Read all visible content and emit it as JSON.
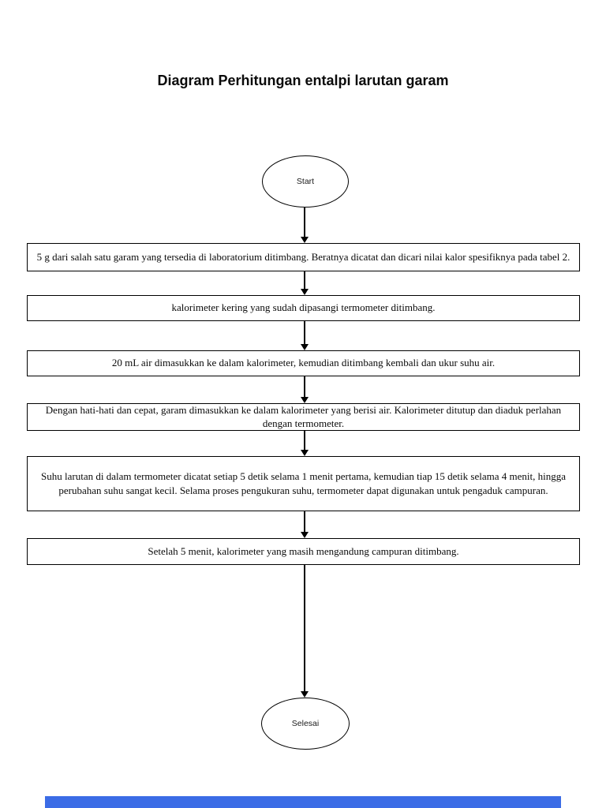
{
  "title": "Diagram Perhitungan entalpi larutan garam",
  "flowchart": {
    "start_label": "Start",
    "end_label": "Selesai",
    "steps": [
      "5 g dari salah satu garam yang tersedia di laboratorium ditimbang. Beratnya dicatat dan dicari nilai kalor spesifiknya pada tabel 2.",
      "kalorimeter kering yang sudah dipasangi termometer ditimbang.",
      "20 mL air dimasukkan ke dalam kalorimeter, kemudian ditimbang kembali dan ukur suhu air.",
      "Dengan hati-hati dan cepat, garam dimasukkan ke dalam kalorimeter yang berisi air. Kalorimeter ditutup dan diaduk perlahan dengan termometer.",
      "Suhu larutan di dalam termometer dicatat setiap 5 detik selama 1 menit pertama, kemudian tiap 15 detik selama 4 menit, hingga perubahan suhu sangat kecil. Selama proses pengukuran suhu, termometer dapat digunakan untuk pengaduk campuran.",
      "Setelah 5 menit, kalorimeter yang masih mengandung campuran ditimbang."
    ]
  },
  "colors": {
    "background": "#ffffff",
    "line": "#000000",
    "progress_bar": "#3b6ce6"
  }
}
